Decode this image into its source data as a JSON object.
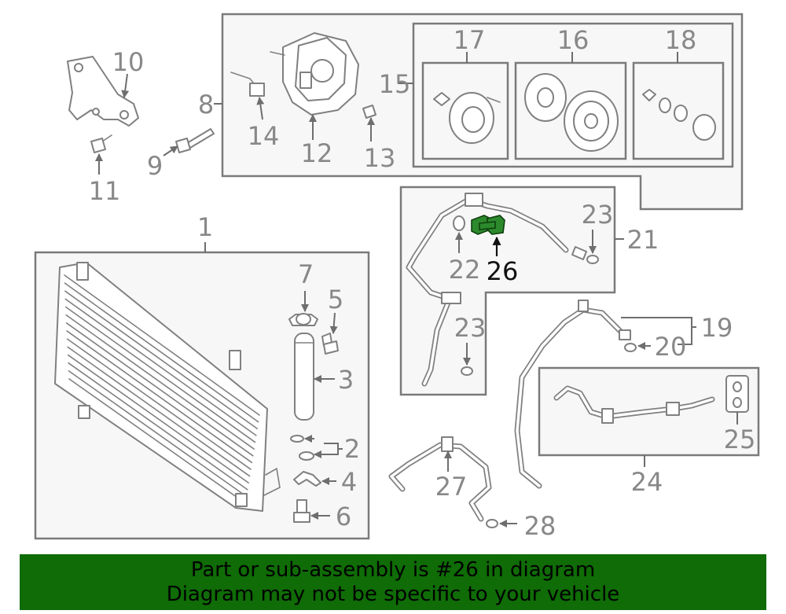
{
  "callouts": [
    "1",
    "2",
    "3",
    "4",
    "5",
    "6",
    "7",
    "8",
    "9",
    "10",
    "11",
    "12",
    "13",
    "14",
    "15",
    "16",
    "17",
    "18",
    "19",
    "20",
    "21",
    "22",
    "23",
    "24",
    "25",
    "26",
    "27",
    "28"
  ],
  "highlight_callout": "26",
  "highlight_color": "#2c8a2c",
  "banner": {
    "line1": "Part or sub-assembly is #26 in diagram",
    "line2": "Diagram may not be specific to your vehicle",
    "background": "#0f6c06"
  }
}
